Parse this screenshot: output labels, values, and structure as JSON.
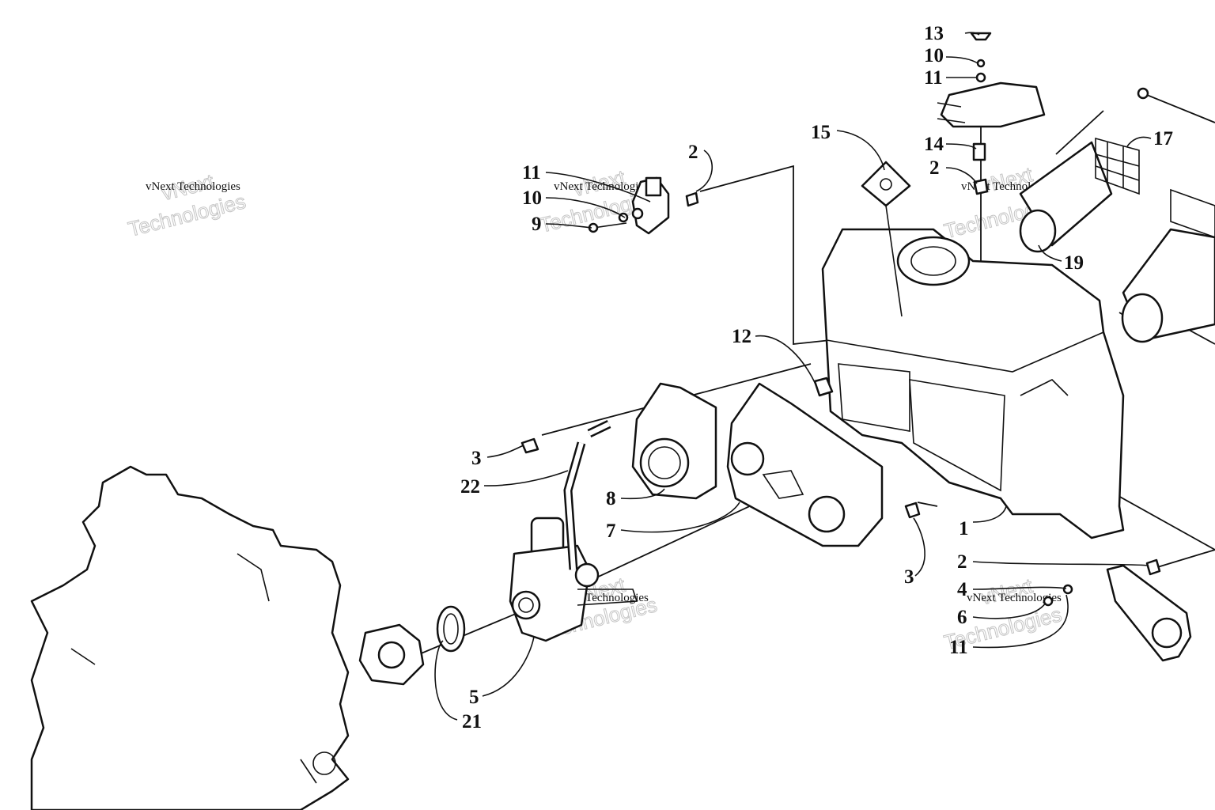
{
  "callouts": {
    "c1": "1",
    "c2a": "2",
    "c2b": "2",
    "c2c": "2",
    "c3a": "3",
    "c3b": "3",
    "c4": "4",
    "c5": "5",
    "c6": "6",
    "c7": "7",
    "c8": "8",
    "c9": "9",
    "c10a": "10",
    "c10b": "10",
    "c11a": "11",
    "c11b": "11",
    "c11c": "11",
    "c12": "12",
    "c13": "13",
    "c14": "14",
    "c15": "15",
    "c17": "17",
    "c19": "19",
    "c21": "21",
    "c22": "22"
  },
  "watermark": {
    "small": "vNext Technologies",
    "large_word1": "vNext",
    "large_word2": "Technologies"
  },
  "colors": {
    "ink": "#111111",
    "paper": "#ffffff",
    "watermark_outline": "#c4c4c4"
  }
}
